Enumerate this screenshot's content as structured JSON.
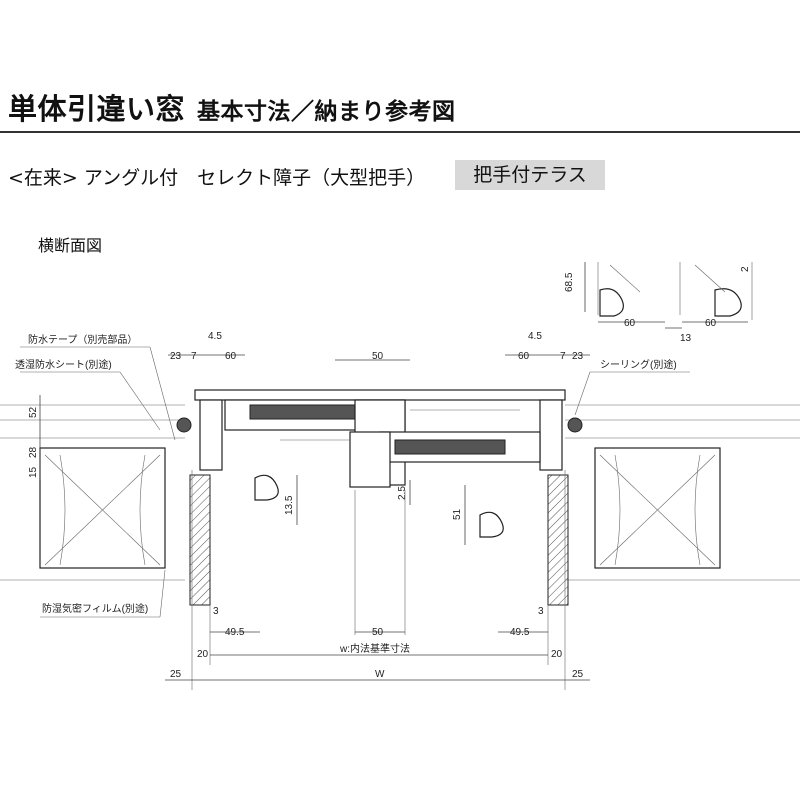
{
  "header": {
    "title": "単体引違い窓",
    "subtitle_title": "基本寸法／納まり参考図"
  },
  "subheader": {
    "text": "<在来> アングル付　セレクト障子（大型把手）",
    "tag": "把手付テラス"
  },
  "section_label": "横断面図",
  "callouts": {
    "waterproof_tape": "防水テープ（別売部品）",
    "moisture_sheet": "透湿防水シート(別途)",
    "sealing": "シーリング(別途)",
    "vapor_film": "防湿気密フィルム(別途)"
  },
  "dimensions": {
    "d4_5": "4.5",
    "d23": "23",
    "d7": "7",
    "d60": "60",
    "d50": "50",
    "d52": "52",
    "d28": "28",
    "d15": "15",
    "d13_5": "13.5",
    "d2_5": "2.5",
    "d51": "51",
    "d3": "3",
    "d49_5": "49.5",
    "d20": "20",
    "d25": "25",
    "d68_5": "68.5",
    "d13": "13",
    "d2": "2",
    "inner": "w:内法基準寸法",
    "outer": "W"
  }
}
